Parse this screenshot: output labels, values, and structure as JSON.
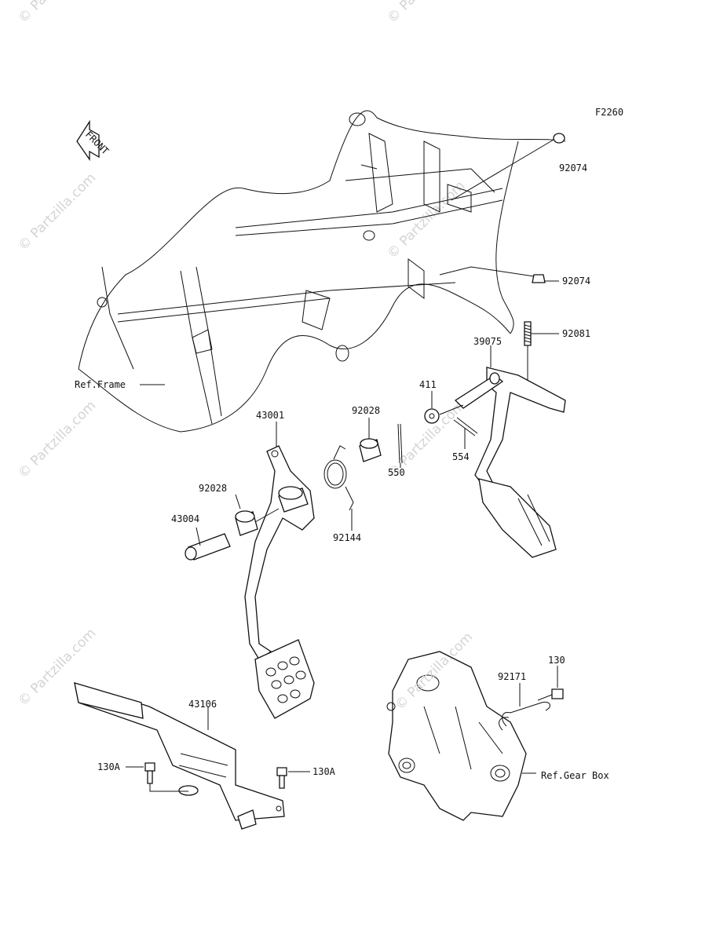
{
  "diagram_code": "F2260",
  "front_label": "FRONT",
  "watermark": "© Partzilla.com",
  "labels": {
    "p92074a": "92074",
    "p92074b": "92074",
    "p92081": "92081",
    "p39075": "39075",
    "p411": "411",
    "p554": "554",
    "p92028a": "92028",
    "p550": "550",
    "p43001": "43001",
    "p92028b": "92028",
    "p43004": "43004",
    "p92144": "92144",
    "ref_frame": "Ref.Frame",
    "p43106": "43106",
    "p130a_left": "130A",
    "p130a_right": "130A",
    "p130": "130",
    "p92171": "92171",
    "ref_gear_box": "Ref.Gear Box"
  }
}
